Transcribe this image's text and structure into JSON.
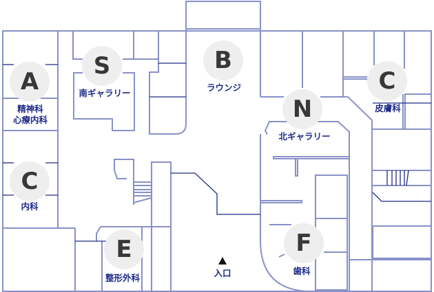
{
  "markers": [
    {
      "letter": "A",
      "label": "精神科",
      "label2": "心療内科"
    },
    {
      "letter": "S",
      "label": "南ギャラリー"
    },
    {
      "letter": "B",
      "label": "ラウンジ"
    },
    {
      "letter": "N",
      "label": "北ギャラリー"
    },
    {
      "letter": "C",
      "label": "皮膚科"
    },
    {
      "letter": "C",
      "label": "内科"
    },
    {
      "letter": "E",
      "label": "整形外科"
    },
    {
      "letter": "F",
      "label": "歯科"
    }
  ],
  "entrance": {
    "label": "入口"
  },
  "colors": {
    "wall": "#8890c8",
    "wall_dark": "#1e2a86",
    "marker_bg": "#eeeeee",
    "label": "#1e2a86"
  }
}
